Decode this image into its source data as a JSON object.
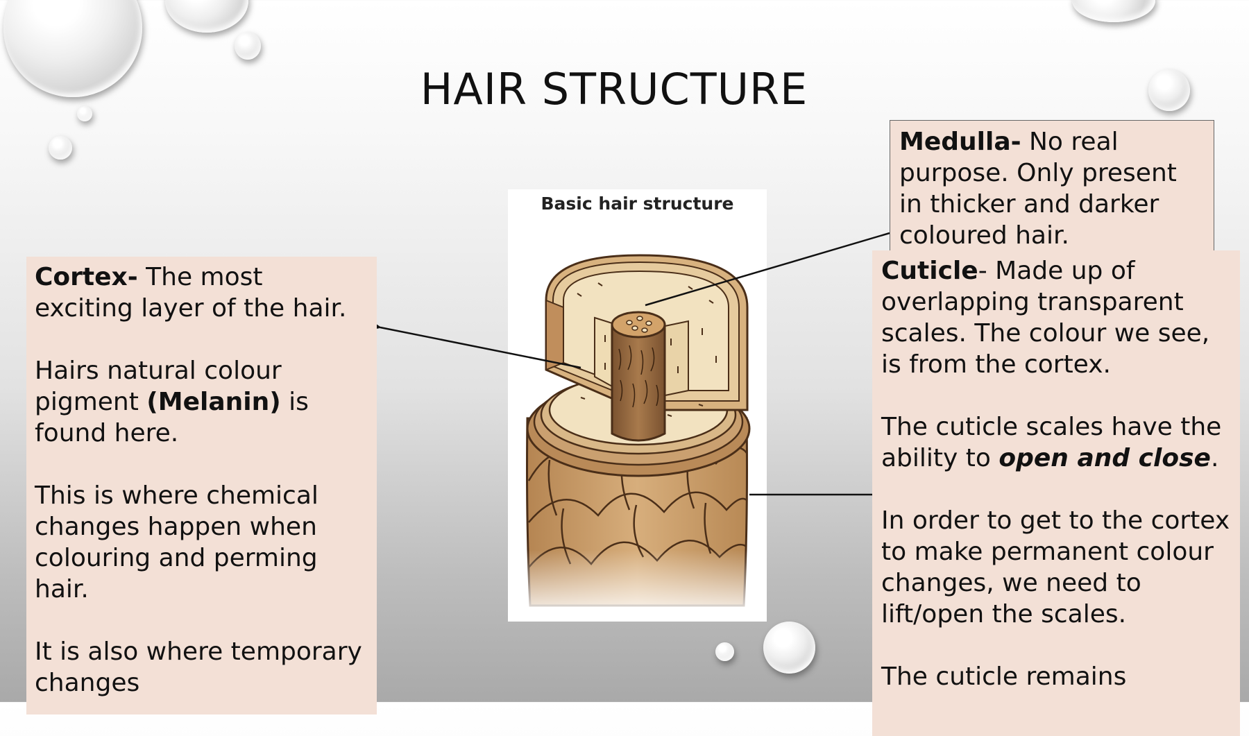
{
  "slide": {
    "title": "HAIR STRUCTURE"
  },
  "diagram": {
    "title": "Basic hair structure"
  },
  "cortex": {
    "heading": "Cortex-",
    "p1_rest": " The most exciting layer of the hair.",
    "p2_before": "Hairs natural colour pigment ",
    "p2_bold": "(Melanin)",
    "p2_after": " is found here.",
    "p3": "This is where chemical changes happen when colouring and perming hair.",
    "p4": "It is also where temporary changes"
  },
  "medulla": {
    "heading": "Medulla-",
    "text": " No real purpose. Only present in thicker and darker coloured hair."
  },
  "cuticle": {
    "heading": "Cuticle",
    "p1_rest": "- Made up of overlapping transparent scales. The colour we see, is from the cortex.",
    "p2_before": "The cuticle scales have the ability to ",
    "p2_bolditalic": "open and close",
    "p2_after": ".",
    "p3": "In order to get to the cortex to make permanent colour changes, we need to lift/open the scales.",
    "p4": "The cuticle remains"
  },
  "colors": {
    "box_fill": "#f3e0d6",
    "hair_dark": "#4a2e18",
    "hair_mid": "#c79a66",
    "hair_light": "#f2e2c0"
  }
}
